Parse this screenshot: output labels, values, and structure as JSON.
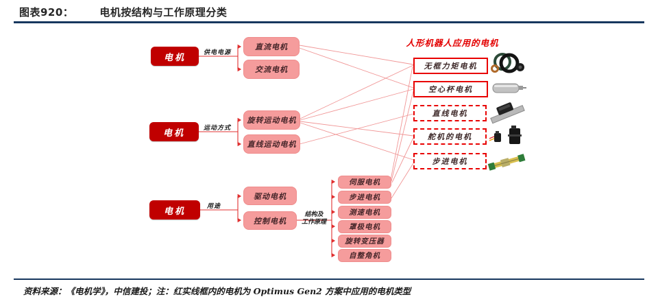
{
  "header": {
    "figure_label": "图表920：",
    "title": "电机按结构与工作原理分类"
  },
  "tree": {
    "roots": [
      {
        "label": "电机",
        "edge_label": "供电电源"
      },
      {
        "label": "电机",
        "edge_label": "运动方式"
      },
      {
        "label": "电机",
        "edge_label": "用途"
      }
    ],
    "group_power": [
      "直流电机",
      "交流电机"
    ],
    "group_motion": [
      "旋转运动电机",
      "直线运动电机"
    ],
    "group_usage": [
      "驱动电机",
      "控制电机"
    ],
    "control_branch_label": {
      "line1": "结构及",
      "line2": "工作原理"
    },
    "control_children": [
      "伺服电机",
      "步进电机",
      "测速电机",
      "罩极电机",
      "旋转变压器",
      "自整角机"
    ]
  },
  "right_panel": {
    "title": "人形机器人应用的电机",
    "items": [
      {
        "label": "无框力矩电机",
        "frame": "solid",
        "image": "frameless-torque-motor"
      },
      {
        "label": "空心杯电机",
        "frame": "solid",
        "image": "coreless-cup-motor"
      },
      {
        "label": "直线电机",
        "frame": "dashed",
        "image": "linear-motor"
      },
      {
        "label": "舵机的电机",
        "frame": "dashed",
        "image": "servo-motor"
      },
      {
        "label": "步进电机",
        "frame": "dashed",
        "image": "stepper-motor"
      }
    ]
  },
  "connections": [
    {
      "from": "直流电机",
      "to": "无框力矩电机"
    },
    {
      "from": "直流电机",
      "to": "空心杯电机"
    },
    {
      "from": "旋转运动电机",
      "to": "无框力矩电机"
    },
    {
      "from": "旋转运动电机",
      "to": "空心杯电机"
    },
    {
      "from": "旋转运动电机",
      "to": "舵机的电机"
    },
    {
      "from": "旋转运动电机",
      "to": "步进电机"
    },
    {
      "from": "直线运动电机",
      "to": "直线电机"
    },
    {
      "from": "伺服电机",
      "to": "无框力矩电机"
    },
    {
      "from": "伺服电机",
      "to": "空心杯电机"
    },
    {
      "from": "伺服电机",
      "to": "舵机的电机"
    },
    {
      "from": "步进电机",
      "to": "步进电机"
    }
  ],
  "footer": {
    "source": "资料来源：《电机学》，中信建投；注：红实线框内的电机为 Optimus Gen2 方案中应用的电机类型"
  },
  "colors": {
    "root_red": "#c00000",
    "pink_fill": "#f59c9c",
    "frame_red": "#e80000",
    "wire_red": "#ef8a8a",
    "connector_red": "#e03030",
    "rule_blue": "#17375e",
    "right_title_red": "#e30000"
  }
}
